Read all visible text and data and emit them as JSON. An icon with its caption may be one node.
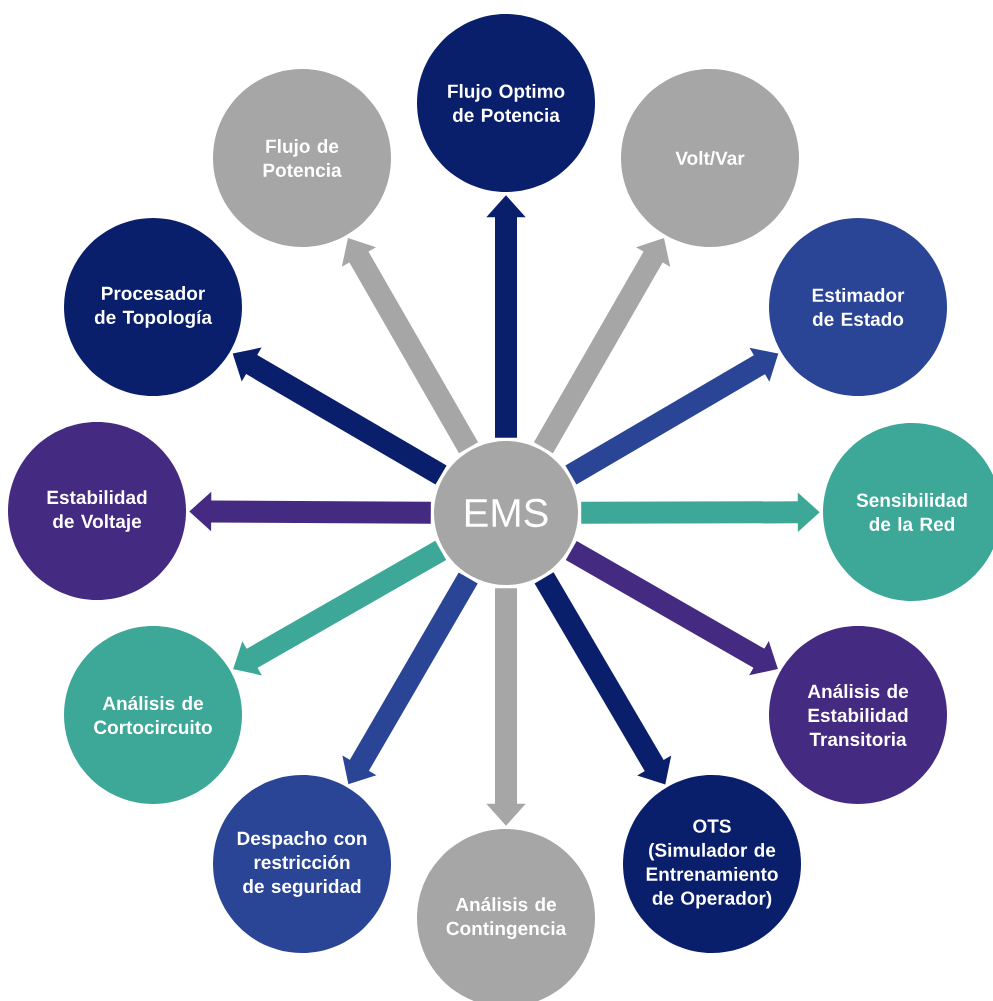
{
  "diagram": {
    "nodes": [
      {
        "text": [
          "EMS"
        ]
      },
      {
        "text": [
          "Flujo Optimo de Potencia"
        ]
      },
      {
        "text": [
          "Volt/Var"
        ]
      },
      {
        "text": [
          "Estimador de Estado"
        ]
      },
      {
        "text": [
          "Sensibilidad de la Red"
        ]
      },
      {
        "text": [
          "Análisis de Estabilidad Transitoria"
        ]
      },
      {
        "text": [
          "OTS (Simulador de Entrenamiento de Operador)"
        ]
      },
      {
        "text": [
          "Análisis de Contingencia"
        ]
      },
      {
        "text": [
          "Despacho con restricción de seguridad"
        ]
      },
      {
        "text": [
          "Análisis de Cortocircuito"
        ]
      },
      {
        "text": [
          "Estabilidad de Voltaje"
        ]
      },
      {
        "text": [
          "Procesador de Topología"
        ]
      },
      {
        "text": [
          "Flujo de Potencia"
        ]
      }
    ],
    "edges": [
      {
        "from": 0,
        "to": 1,
        "arrow": "to",
        "color": "#0a1f6b"
      },
      {
        "from": 0,
        "to": 2,
        "arrow": "to",
        "color": "#a6a6a6"
      },
      {
        "from": 0,
        "to": 3,
        "arrow": "to",
        "color": "#2b4596"
      },
      {
        "from": 0,
        "to": 4,
        "arrow": "to",
        "color": "#3ea898"
      },
      {
        "from": 0,
        "to": 5,
        "arrow": "to",
        "color": "#452a82"
      },
      {
        "from": 0,
        "to": 6,
        "arrow": "to",
        "color": "#0a1f6b"
      },
      {
        "from": 0,
        "to": 7,
        "arrow": "to",
        "color": "#a6a6a6"
      },
      {
        "from": 0,
        "to": 8,
        "arrow": "to",
        "color": "#2b4596"
      },
      {
        "from": 0,
        "to": 9,
        "arrow": "to",
        "color": "#3ea898"
      },
      {
        "from": 0,
        "to": 10,
        "arrow": "to",
        "color": "#452a82"
      },
      {
        "from": 0,
        "to": 11,
        "arrow": "to",
        "color": "#0a1f6b"
      },
      {
        "from": 0,
        "to": 12,
        "arrow": "to",
        "color": "#a6a6a6"
      }
    ]
  }
}
